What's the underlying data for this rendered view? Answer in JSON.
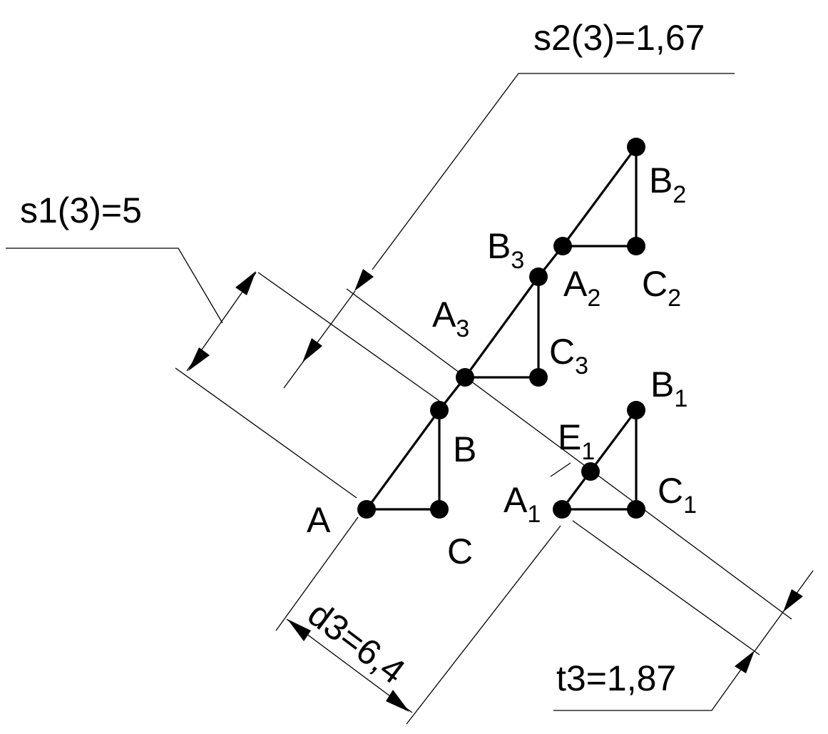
{
  "dimensions": {
    "s2": "s2(3)=1,67",
    "s1": "s1(3)=5",
    "d3": "d3=6,4",
    "t3": "t3=1,87"
  },
  "points": {
    "A": {
      "letter": "A",
      "sub": ""
    },
    "B": {
      "letter": "B",
      "sub": ""
    },
    "C": {
      "letter": "C",
      "sub": ""
    },
    "A1": {
      "letter": "A",
      "sub": "1"
    },
    "B1": {
      "letter": "B",
      "sub": "1"
    },
    "C1": {
      "letter": "C",
      "sub": "1"
    },
    "E1": {
      "letter": "E",
      "sub": "1"
    },
    "A2": {
      "letter": "A",
      "sub": "2"
    },
    "B2": {
      "letter": "B",
      "sub": "2"
    },
    "C2": {
      "letter": "C",
      "sub": "2"
    },
    "A3": {
      "letter": "A",
      "sub": "3"
    },
    "B3": {
      "letter": "B",
      "sub": "3"
    },
    "C3": {
      "letter": "C",
      "sub": "3"
    }
  },
  "colors": {
    "ink": "#000000",
    "background": "#ffffff"
  }
}
